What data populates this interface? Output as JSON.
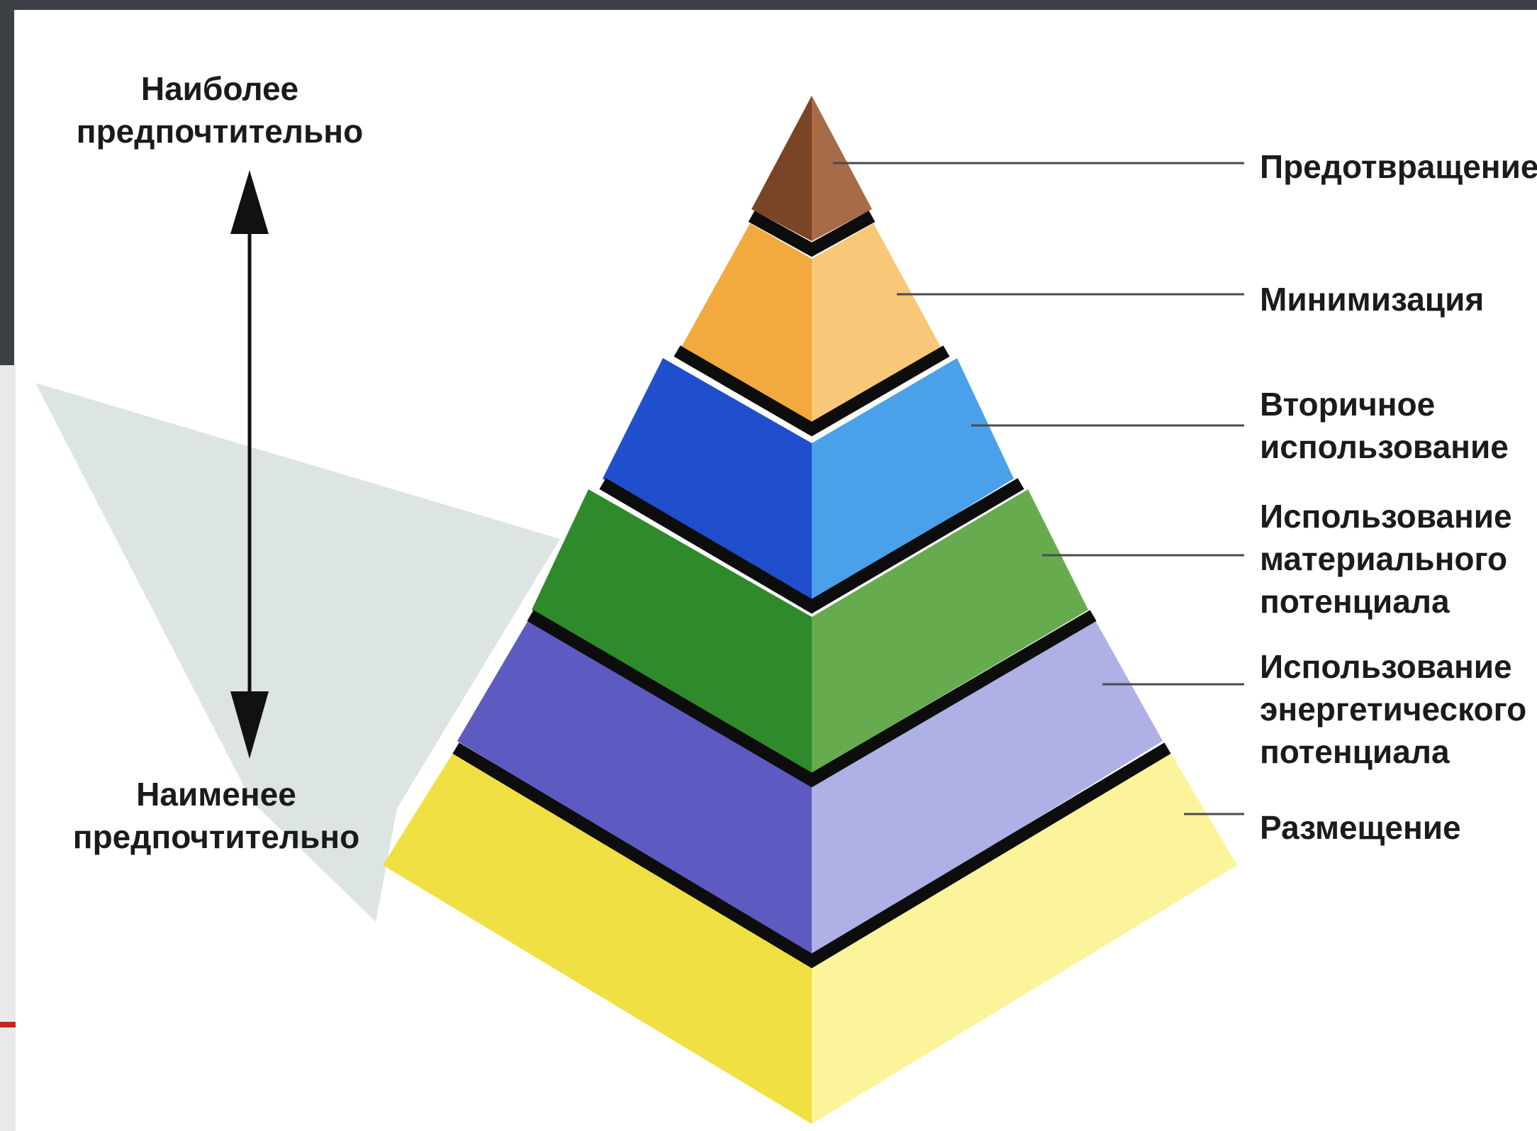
{
  "scale_labels": {
    "top": "Наиболее\nпредпочтительно",
    "bottom": "Наименее\nпредпочтительно"
  },
  "tiers": [
    {
      "label": "Предотвращение",
      "color_left": "#7a4426",
      "color_right": "#a86b47"
    },
    {
      "label": "Минимизация",
      "color_left": "#f2a93e",
      "color_right": "#f8c777"
    },
    {
      "label": "Вторичное\nиспользование",
      "color_left": "#1f4fcd",
      "color_right": "#4aa1e9"
    },
    {
      "label": "Использование\nматериального\nпотенциала",
      "color_left": "#2f8a2b",
      "color_right": "#67ab4f"
    },
    {
      "label": "Использование\nэнергетического\nпотенциала",
      "color_left": "#5d5bc1",
      "color_right": "#aeb0e6"
    },
    {
      "label": "Размещение",
      "color_left": "#f0e044",
      "color_right": "#fbf49a"
    }
  ],
  "colors": {
    "separator": "#0d0d0d",
    "leader_line": "#4a4a4a",
    "shadow": "#dde4e4",
    "arrow": "#111111"
  }
}
